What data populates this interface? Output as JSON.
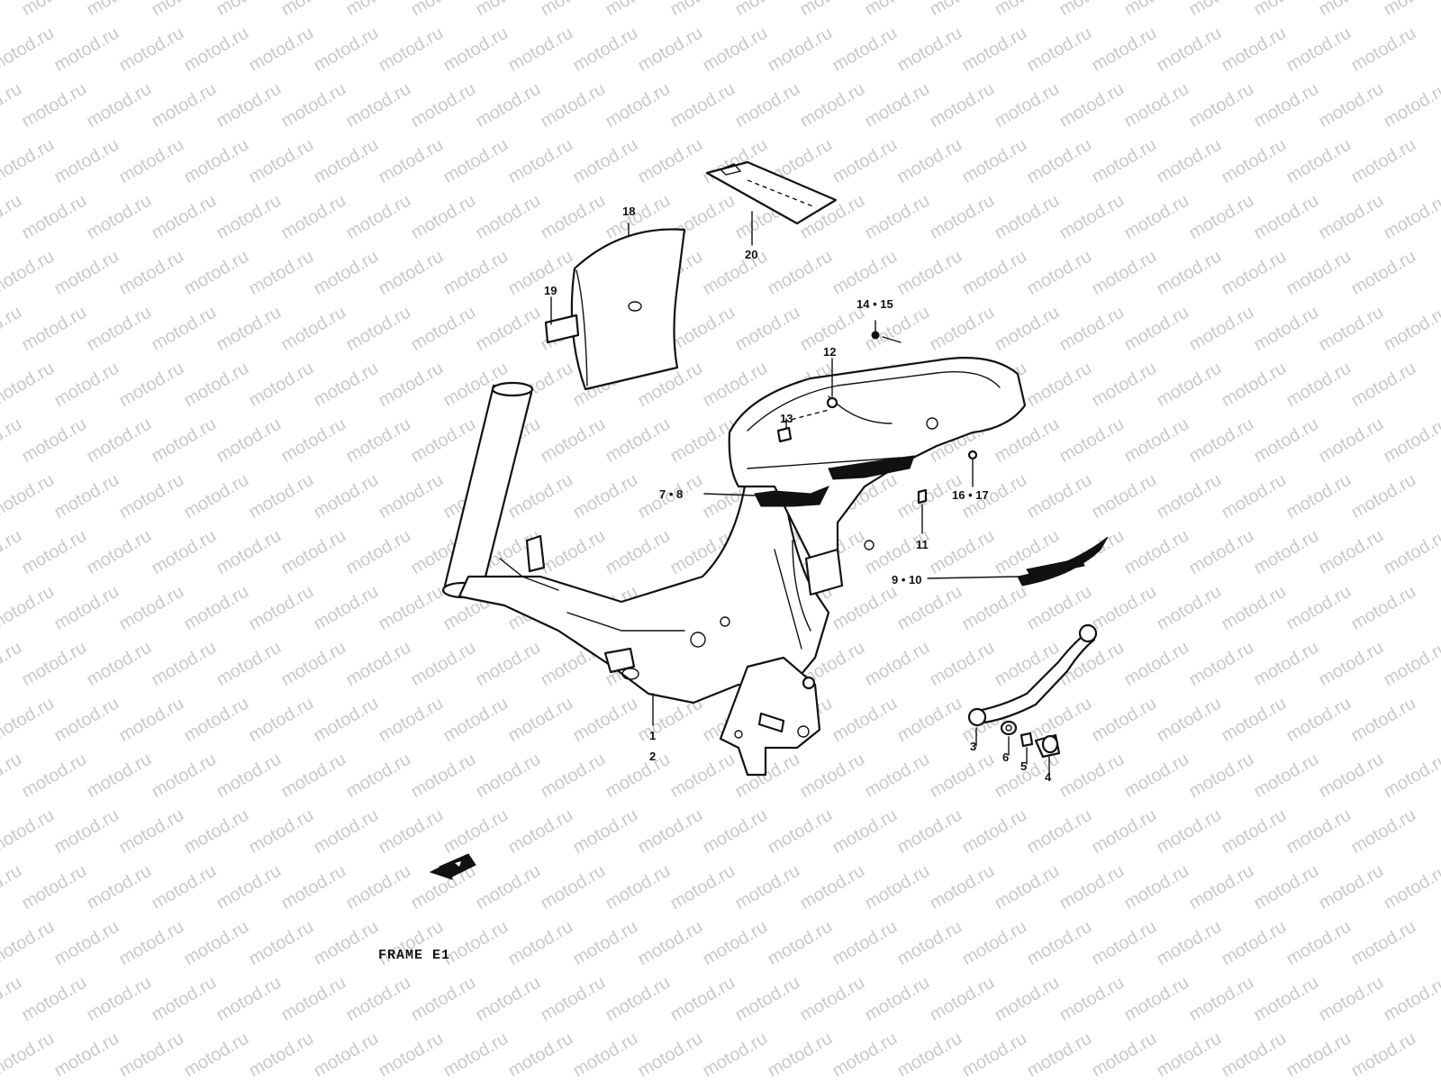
{
  "watermark": {
    "text": "motod.ru",
    "color": "#c9c9c9"
  },
  "footer": {
    "label": "FRAME E1"
  },
  "callouts": [
    {
      "id": "18",
      "text": "18"
    },
    {
      "id": "19",
      "text": "19"
    },
    {
      "id": "20",
      "text": "20"
    },
    {
      "id": "14-15",
      "text": "14 • 15"
    },
    {
      "id": "12",
      "text": "12"
    },
    {
      "id": "13",
      "text": "13"
    },
    {
      "id": "7-8",
      "text": "7 • 8"
    },
    {
      "id": "16-17",
      "text": "16 • 17"
    },
    {
      "id": "11",
      "text": "11"
    },
    {
      "id": "9-10",
      "text": "9 • 10"
    },
    {
      "id": "1",
      "text": "1"
    },
    {
      "id": "2",
      "text": "2"
    },
    {
      "id": "3",
      "text": "3"
    },
    {
      "id": "6",
      "text": "6"
    },
    {
      "id": "5",
      "text": "5"
    },
    {
      "id": "4",
      "text": "4"
    }
  ]
}
